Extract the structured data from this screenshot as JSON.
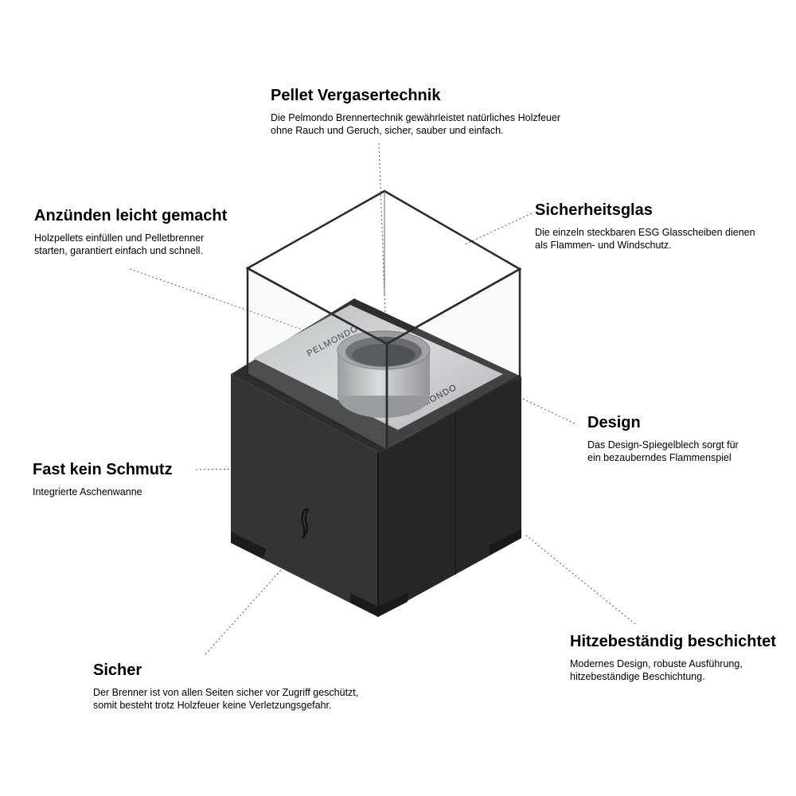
{
  "callouts": {
    "pellet": {
      "title": "Pellet Vergasertechnik",
      "line1": "Die Pelmondo Brennertechnik gewährleistet natürliches Holzfeuer",
      "line2": "ohne Rauch und Geruch, sicher, sauber und einfach."
    },
    "anzuenden": {
      "title": "Anzünden leicht gemacht",
      "line1": "Holzpellets einfüllen und Pelletbrenner",
      "line2": "starten, garantiert einfach und schnell."
    },
    "sicherheitsglas": {
      "title": "Sicherheitsglas",
      "line1": "Die einzeln steckbaren ESG Glasscheiben dienen",
      "line2": "als Flammen- und Windschutz."
    },
    "design": {
      "title": "Design",
      "line1": "Das Design-Spiegelblech sorgt für",
      "line2": "ein bezauberndes Flammenspiel"
    },
    "schmutz": {
      "title": "Fast kein Schmutz",
      "line1": "Integrierte Aschenwanne"
    },
    "hitze": {
      "title": "Hitzebeständig beschichtet",
      "line1": "Modernes Design, robuste Ausführung,",
      "line2": "hitzebeständige Beschichtung."
    },
    "sicher": {
      "title": "Sicher",
      "line1": "Der Brenner ist von allen Seiten sicher vor Zugriff geschützt,",
      "line2": "somit besteht trotz Holzfeuer keine Verletzungsgefahr."
    }
  },
  "product": {
    "brand_label": "PELMONDO",
    "colors": {
      "body": "#2b2b2b",
      "body_dark": "#1f1f1f",
      "glass_edge": "#2a2a2a",
      "plate": "#c9cbce",
      "burner": "#a8abae"
    }
  }
}
